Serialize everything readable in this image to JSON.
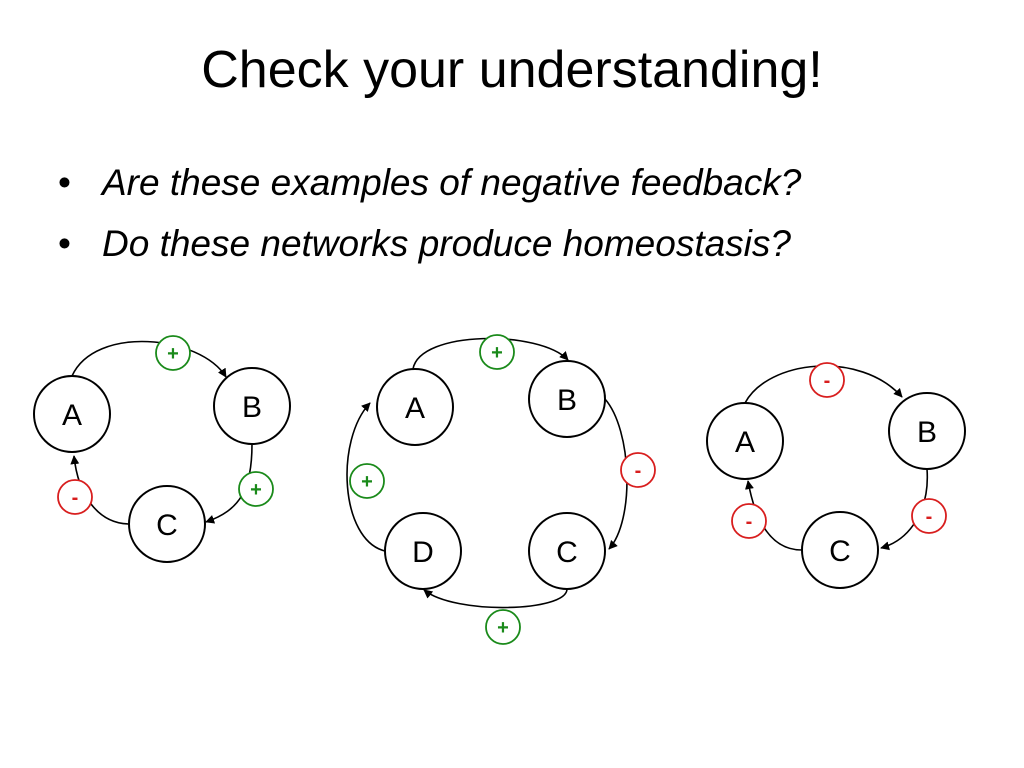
{
  "slide": {
    "title": "Check your understanding!",
    "bullet_mark": "•",
    "bullets": [
      "Are these examples of negative feedback?",
      "Do these networks produce homeostasis?"
    ]
  },
  "colors": {
    "positive": "#1a8a1a",
    "negative": "#d81e1e",
    "node_stroke": "#000000"
  },
  "networks": [
    {
      "nodes": [
        {
          "id": "A",
          "label": "A"
        },
        {
          "id": "B",
          "label": "B"
        },
        {
          "id": "C",
          "label": "C"
        }
      ],
      "edges": [
        {
          "from": "A",
          "to": "B",
          "sign": "+"
        },
        {
          "from": "B",
          "to": "C",
          "sign": "+"
        },
        {
          "from": "C",
          "to": "A",
          "sign": "-"
        }
      ]
    },
    {
      "nodes": [
        {
          "id": "A",
          "label": "A"
        },
        {
          "id": "B",
          "label": "B"
        },
        {
          "id": "C",
          "label": "C"
        },
        {
          "id": "D",
          "label": "D"
        }
      ],
      "edges": [
        {
          "from": "A",
          "to": "B",
          "sign": "+"
        },
        {
          "from": "B",
          "to": "C",
          "sign": "-"
        },
        {
          "from": "C",
          "to": "D",
          "sign": "+"
        },
        {
          "from": "D",
          "to": "A",
          "sign": "+"
        }
      ]
    },
    {
      "nodes": [
        {
          "id": "A",
          "label": "A"
        },
        {
          "id": "B",
          "label": "B"
        },
        {
          "id": "C",
          "label": "C"
        }
      ],
      "edges": [
        {
          "from": "A",
          "to": "B",
          "sign": "-"
        },
        {
          "from": "B",
          "to": "C",
          "sign": "-"
        },
        {
          "from": "C",
          "to": "A",
          "sign": "-"
        }
      ]
    }
  ]
}
